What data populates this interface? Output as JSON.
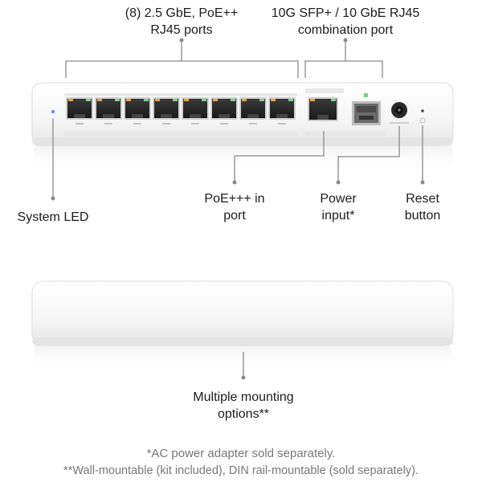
{
  "callouts": {
    "ports_2_5g": {
      "line1": "(8) 2.5 GbE, PoE++",
      "line2": "RJ45 ports"
    },
    "combo_port": {
      "line1": "10G SFP+ / 10 GbE RJ45",
      "line2": "combination port"
    },
    "system_led": {
      "line1": "System LED"
    },
    "poe_in": {
      "line1": "PoE+++ in",
      "line2": "port"
    },
    "power_input": {
      "line1": "Power",
      "line2": "input*"
    },
    "reset_button": {
      "line1": "Reset",
      "line2": "button"
    },
    "mounting": {
      "line1": "Multiple mounting",
      "line2": "options**"
    }
  },
  "footnotes": {
    "ac_adapter": "*AC power adapter sold separately.",
    "mounting": "**Wall-mountable (kit included), DIN rail-mountable (sold separately)."
  },
  "colors": {
    "device_body": "#f4f4f4",
    "callout_line": "#8a8a8a",
    "port_led_orange": "#e8a150",
    "port_led_green": "#7fd08c",
    "system_led": "#6f8fe6"
  }
}
